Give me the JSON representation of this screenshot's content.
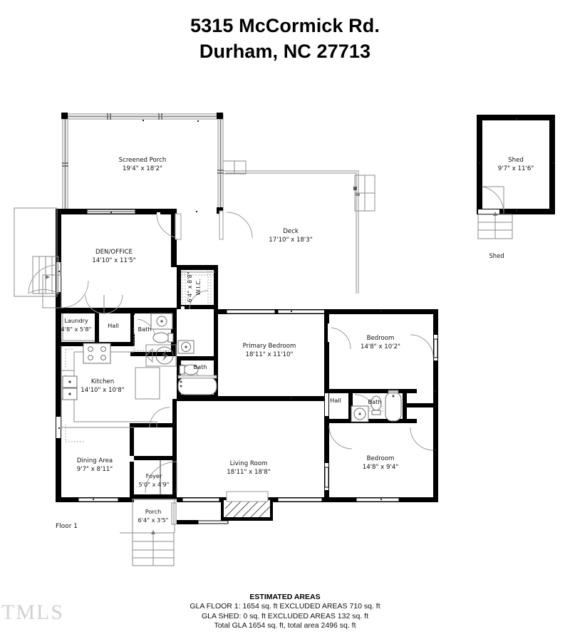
{
  "header": {
    "address_line1": "5315 McCormick Rd.",
    "address_line2": "Durham, NC 27713"
  },
  "watermark": {
    "text": "TMLS"
  },
  "floor_label": "Floor 1",
  "shed_caption": "Shed",
  "rooms": [
    {
      "id": "screened-porch",
      "name": "Screened Porch",
      "dim": "19'4\" x 18'2\""
    },
    {
      "id": "deck",
      "name": "Deck",
      "dim": "17'10\" x 18'3\""
    },
    {
      "id": "den-office",
      "name": "DEN/OFFICE",
      "dim": "14'10\" x 11'5\""
    },
    {
      "id": "laundry",
      "name": "Laundry",
      "dim": "4'8\" x 5'8\""
    },
    {
      "id": "hall-left",
      "name": "Hall",
      "dim": ""
    },
    {
      "id": "bath-left",
      "name": "Bath",
      "dim": ""
    },
    {
      "id": "wic",
      "name": "W.I.C.",
      "dim": "6'4\" x 8'8\""
    },
    {
      "id": "kitchen",
      "name": "Kitchen",
      "dim": "14'10\" x 10'8\""
    },
    {
      "id": "bath-primary",
      "name": "Bath",
      "dim": ""
    },
    {
      "id": "primary-bedroom",
      "name": "Primary Bedroom",
      "dim": "18'11\" x 11'10\""
    },
    {
      "id": "bedroom-top",
      "name": "Bedroom",
      "dim": "14'8\" x 10'2\""
    },
    {
      "id": "hall-right",
      "name": "Hall",
      "dim": ""
    },
    {
      "id": "bath-right",
      "name": "Bath",
      "dim": ""
    },
    {
      "id": "bedroom-bottom",
      "name": "Bedroom",
      "dim": "14'8\" x 9'4\""
    },
    {
      "id": "dining-area",
      "name": "Dining Area",
      "dim": "9'7\" x 8'11\""
    },
    {
      "id": "foyer",
      "name": "Foyer",
      "dim": "5'0\" x 4'9\""
    },
    {
      "id": "living-room",
      "name": "Living Room",
      "dim": "18'11\" x 18'8\""
    },
    {
      "id": "porch",
      "name": "Porch",
      "dim": "6'4\" x 3'5\""
    },
    {
      "id": "shed",
      "name": "Shed",
      "dim": "9'7\" x 11'6\""
    }
  ],
  "footer": {
    "heading": "ESTIMATED AREAS",
    "line1": "GLA FLOOR 1: 1654 sq. ft EXCLUDED AREAS 710 sq. ft",
    "line2": "GLA SHED: 0 sq. ft EXCLUDED AREAS 132 sq. ft",
    "line3": "Total GLA 1654 sq. ft, total area 2496 sq. ft"
  },
  "colors": {
    "wall": "#000000",
    "thin": "#8b8b8b",
    "fixture": "#6f6f6f",
    "watermark": "#c9c9cc",
    "background": "#ffffff"
  }
}
